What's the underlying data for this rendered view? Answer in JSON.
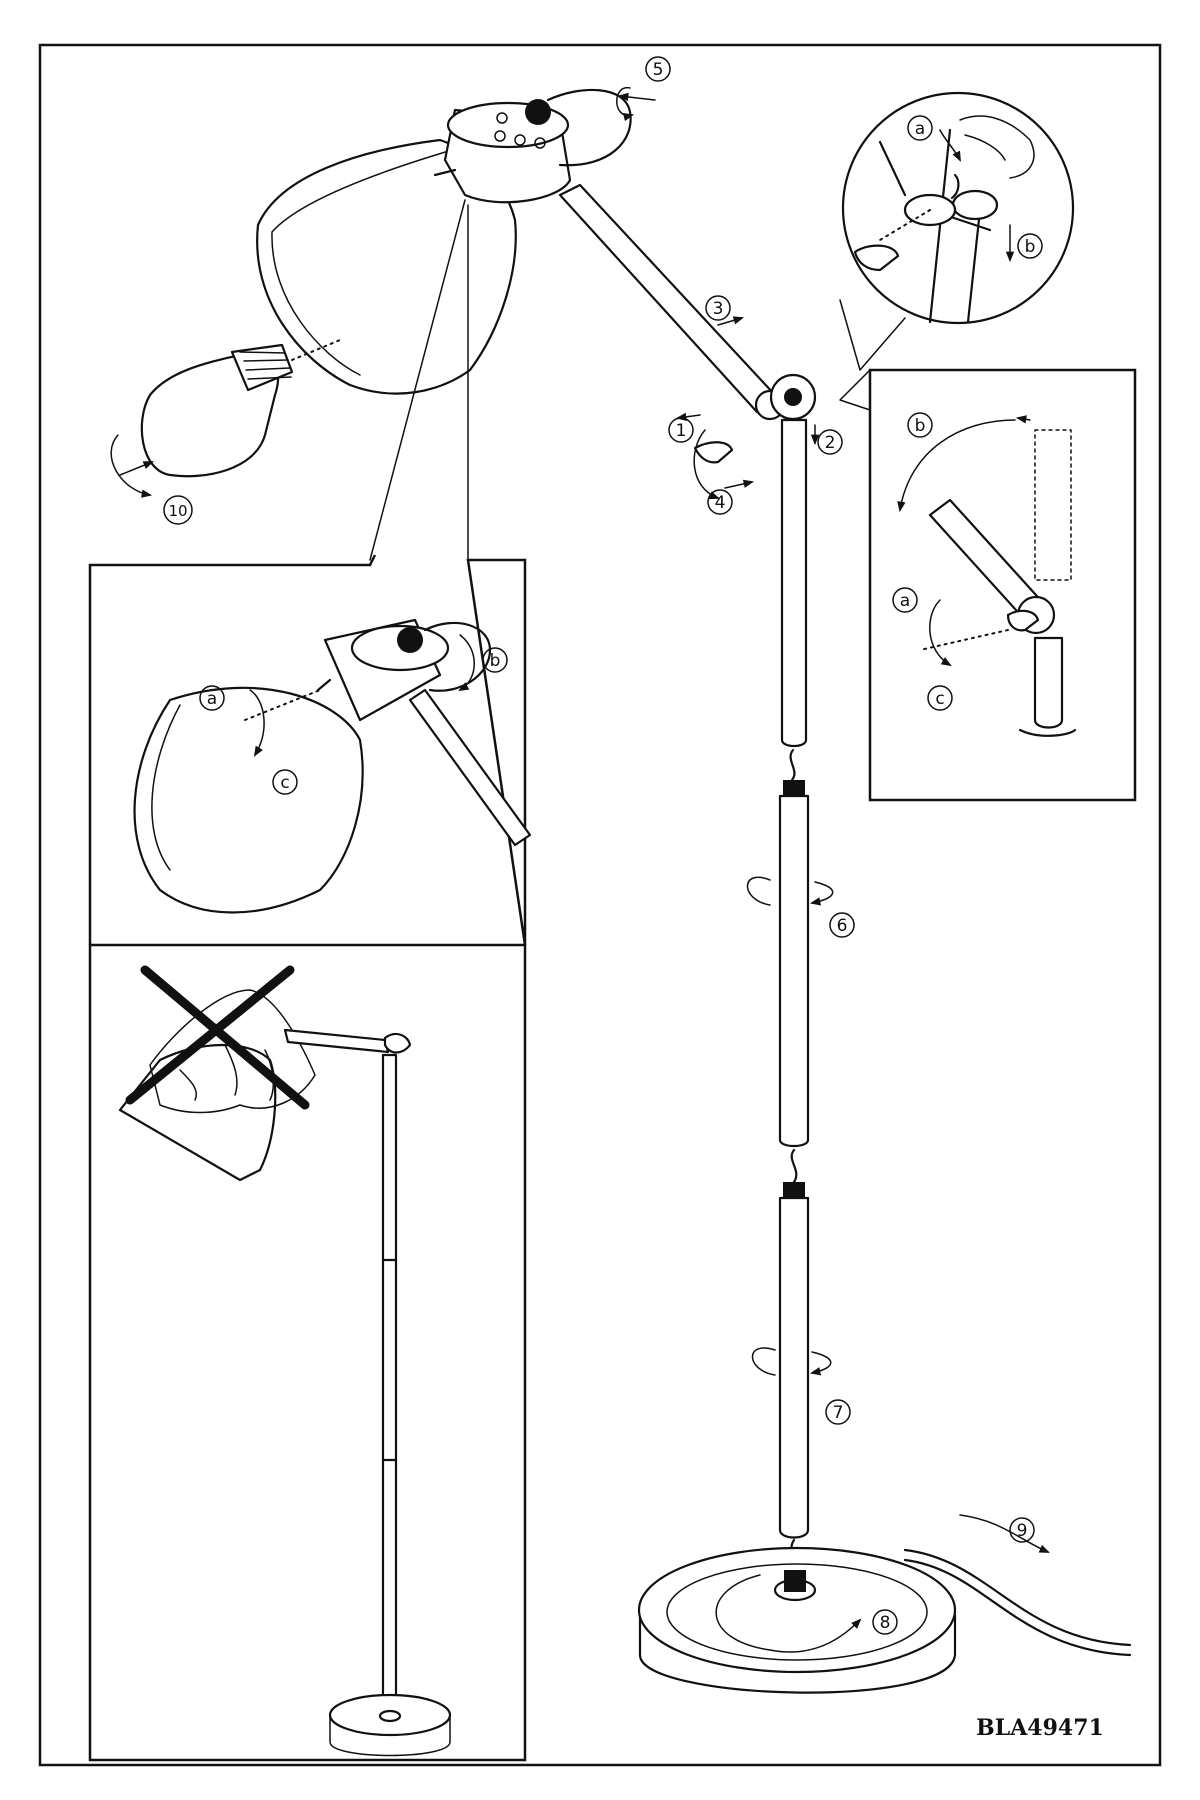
{
  "diagram": {
    "model_code": "BLA49471",
    "steps": [
      "1",
      "2",
      "3",
      "4",
      "5",
      "6",
      "7",
      "8",
      "9",
      "10"
    ],
    "substeps": {
      "a": "a",
      "b": "b",
      "c": "c"
    }
  },
  "icons": {
    "prohibited": "x-cross-icon",
    "rotate": "rotate-arrow-icon",
    "hand": "hand-icon"
  },
  "colors": {
    "line": "#111111",
    "paper": "#ffffff"
  }
}
